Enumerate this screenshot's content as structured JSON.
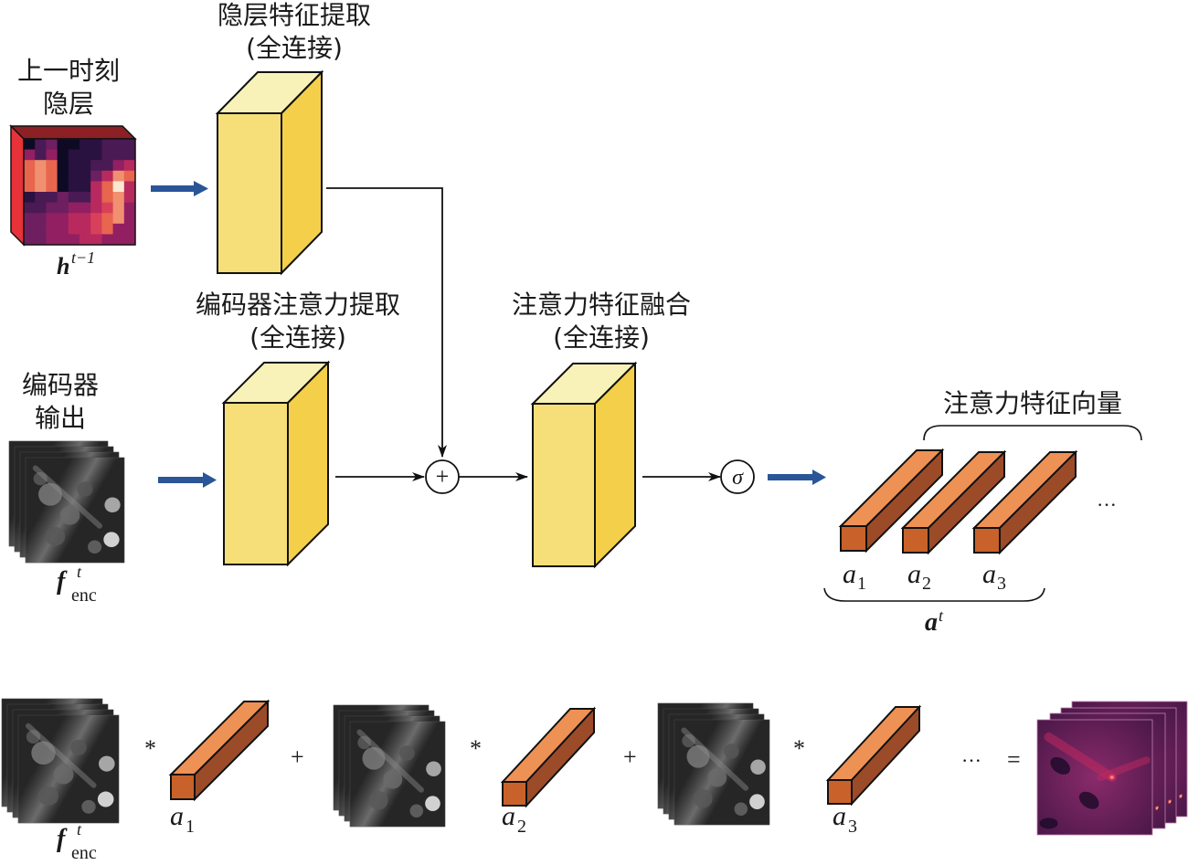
{
  "title": "Attention feature extraction and fusion diagram",
  "colors": {
    "fc_front": "#f6df78",
    "fc_top": "#f8f2b8",
    "fc_side": "#f4cf49",
    "bar_front": "#c8622a",
    "bar_top": "#ee9155",
    "bar_side": "#9c4b28",
    "hidden_side": "#e8323a",
    "hidden_top": "#8c2025",
    "blue_arrow": "#2a5597",
    "line": "#111111"
  },
  "inputs": {
    "hidden": {
      "label_line1": "上一时刻",
      "label_line2": "隐层",
      "symbol_base": "h",
      "symbol_sup": "t−1"
    },
    "encoder": {
      "label_line1": "编码器",
      "label_line2": "输出",
      "symbol_base": "f",
      "symbol_sup": "t",
      "symbol_sub": "enc"
    }
  },
  "blocks": {
    "hidden_fc": {
      "title": "隐层特征提取",
      "subtitle": "(全连接)"
    },
    "encoder_fc": {
      "title": "编码器注意力提取",
      "subtitle": "(全连接)"
    },
    "fusion_fc": {
      "title": "注意力特征融合",
      "subtitle": "(全连接)"
    }
  },
  "operators": {
    "add": "+",
    "sigmoid": "σ"
  },
  "attention_vector": {
    "title": "注意力特征向量",
    "items": [
      {
        "base": "a",
        "sub": "1"
      },
      {
        "base": "a",
        "sub": "2"
      },
      {
        "base": "a",
        "sub": "3"
      }
    ],
    "ellipsis": "···",
    "symbol_base": "a",
    "symbol_sup": "t"
  },
  "equation": {
    "terms": [
      {
        "feature_base": "f",
        "feature_sup": "t",
        "feature_sub": "enc",
        "weight_base": "a",
        "weight_sub": "1"
      },
      {
        "weight_base": "a",
        "weight_sub": "2"
      },
      {
        "weight_base": "a",
        "weight_sub": "3"
      }
    ],
    "multiply": "*",
    "plus": "+",
    "ellipsis": "···",
    "equals": "="
  }
}
